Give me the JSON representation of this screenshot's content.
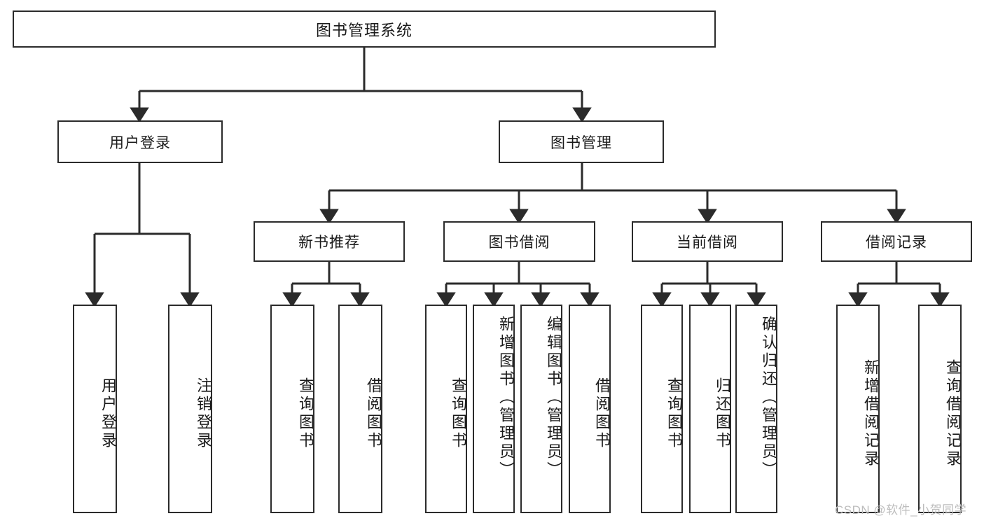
{
  "diagram": {
    "title": "图书管理系统",
    "root": {
      "label": "图书管理系统"
    },
    "level1": [
      {
        "label": "用户登录"
      },
      {
        "label": "图书管理"
      }
    ],
    "level2": [
      {
        "label": "新书推荐"
      },
      {
        "label": "图书借阅"
      },
      {
        "label": "当前借阅"
      },
      {
        "label": "借阅记录"
      }
    ],
    "leaves": {
      "user_login": [
        {
          "label": "用户登录"
        },
        {
          "label": "注销登录"
        }
      ],
      "new_book_recommend": [
        {
          "label": "查询图书"
        },
        {
          "label": "借阅图书"
        }
      ],
      "book_borrow": [
        {
          "label": "查询图书"
        },
        {
          "label": "新增图书（管理员）"
        },
        {
          "label": "编辑图书（管理员）"
        },
        {
          "label": "借阅图书"
        }
      ],
      "current_borrow": [
        {
          "label": "查询图书"
        },
        {
          "label": "归还图书"
        },
        {
          "label": "确认归还（管理员）"
        }
      ],
      "borrow_record": [
        {
          "label": "新增借阅记录"
        },
        {
          "label": "查询借阅记录"
        }
      ]
    }
  },
  "watermark": {
    "text": "CSDN @软件_小贺同学"
  },
  "colors": {
    "line": "#2b2b2b",
    "box_fill": "#ffffff",
    "text": "#1a1a1a",
    "watermark": "#bdbdbd"
  }
}
